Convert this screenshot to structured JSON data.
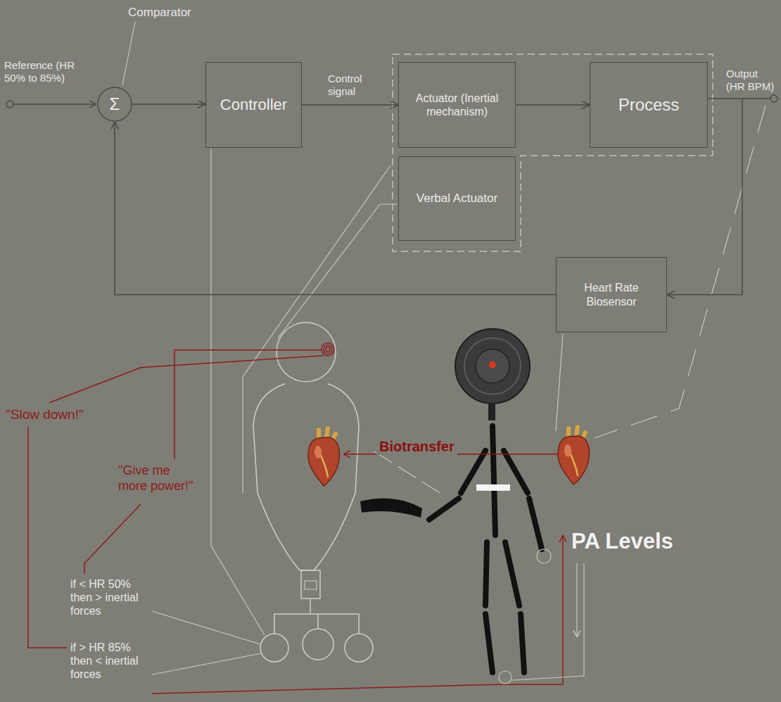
{
  "diagram": {
    "nodes": [
      {
        "text": [
          "Σ"
        ]
      },
      {
        "text": [
          "Controller"
        ]
      },
      {
        "text": [
          "Actuator (Inertial mechanism)"
        ]
      },
      {
        "text": [
          "Process"
        ]
      },
      {
        "text": [
          "Verbal Actuator"
        ]
      },
      {
        "text": [
          "Heart Rate Biosensor"
        ]
      }
    ],
    "edges": [
      {
        "from": 0,
        "to": 1,
        "arrow": "to"
      },
      {
        "from": 1,
        "to": 2,
        "label": "Control signal",
        "arrow": "to"
      },
      {
        "from": 2,
        "to": 3,
        "arrow": "to"
      },
      {
        "from": 3,
        "to": 5,
        "arrow": "to"
      },
      {
        "from": 5,
        "to": 0,
        "arrow": "to"
      }
    ],
    "labels": [
      "Comparator",
      "Reference (HR 50% to 85%)",
      "Output (HR BPM)",
      "\"Slow down!\"",
      "\"Give me more power!\"",
      "Biotransfer",
      "PA Levels",
      "if < HR 50% then > inertial forces",
      "if > HR 85% then < inertial forces"
    ]
  }
}
